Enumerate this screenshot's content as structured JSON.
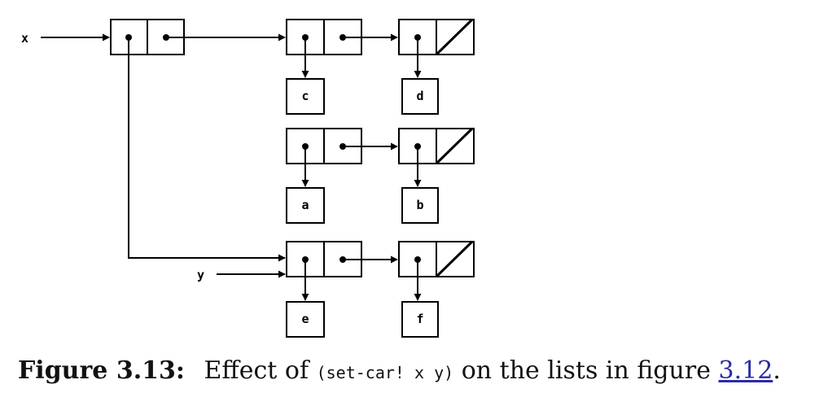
{
  "diagram": {
    "pointers": {
      "x": "x",
      "y": "y"
    },
    "atoms": {
      "c": "c",
      "d": "d",
      "a": "a",
      "b": "b",
      "e": "e",
      "f": "f"
    }
  },
  "caption": {
    "figure_label": "Figure 3.13:",
    "text_before": "Effect of",
    "code": "(set-car! x y)",
    "text_middle": "on the lists in figure",
    "link": "3.12",
    "text_after": "."
  }
}
